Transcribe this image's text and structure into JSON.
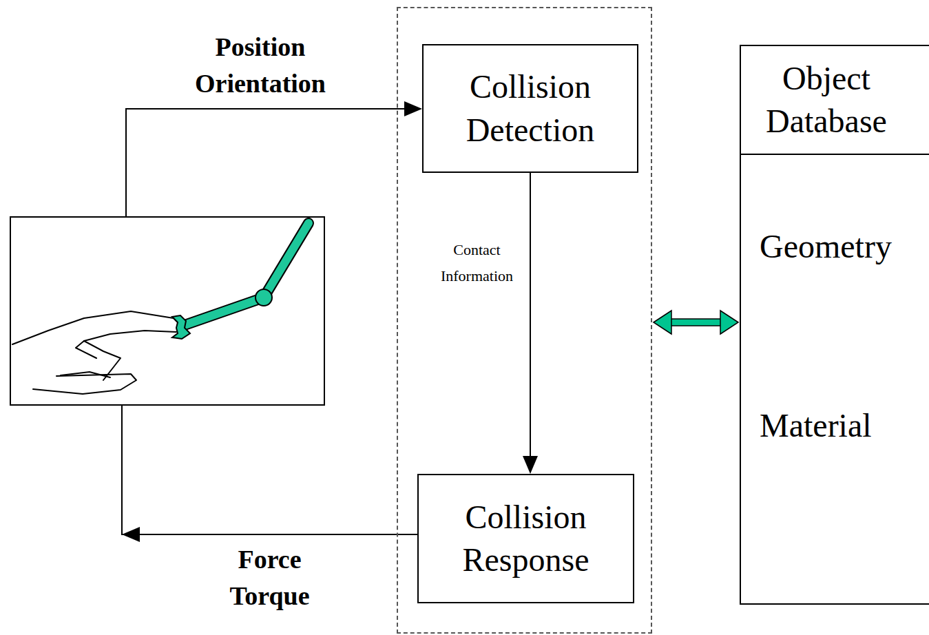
{
  "diagram": {
    "nodes": [
      {
        "text": []
      },
      {
        "text": []
      },
      {
        "text": [
          "Collision Detection"
        ],
        "in": 1
      },
      {
        "text": [
          "Collision Response"
        ],
        "in": 1
      },
      {
        "text": [
          "Object Database",
          "Geometry",
          "Material"
        ]
      }
    ],
    "edges": [
      {
        "from": 0,
        "to": 2,
        "label": "Position Orientation",
        "arrow": "to"
      },
      {
        "from": 2,
        "to": 3,
        "label": "Contact Information",
        "arrow": "to"
      },
      {
        "from": 3,
        "to": 0,
        "label": "Force Torque",
        "arrow": "to"
      },
      {
        "from": 1,
        "to": 4,
        "arrow": "both"
      }
    ]
  }
}
